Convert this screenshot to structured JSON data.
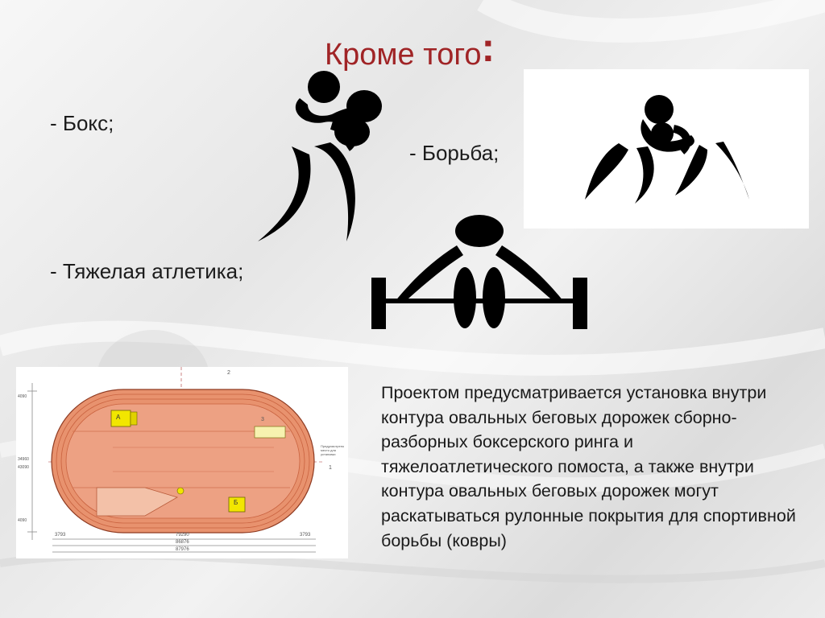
{
  "slide": {
    "title": "Кроме того",
    "title_colon": ":",
    "bullets": {
      "boxing": "- Бокс;",
      "wrestling": "- Борьба;",
      "weightlifting": "- Тяжелая атлетика;"
    },
    "paragraph": "Проектом предусматривается установка внутри контура овальных беговых дорожек сборно-разборных боксерского ринга и тяжелоатлетического помоста, а также внутри контура овальных беговых дорожек могут раскатываться рулонные покрытия для спортивной борьбы (ковры)",
    "colors": {
      "title": "#a02426",
      "text": "#1c1c1c",
      "track": "#e8926e",
      "platform": "#f2e600"
    },
    "icons": {
      "boxing": "boxing-pictogram-icon",
      "wrestling": "wrestling-pictogram-icon",
      "weightlifting": "weightlifting-pictogram-icon"
    },
    "plan": {
      "dims_bottom": [
        "3793",
        "79290",
        "3793",
        "86876",
        "87976"
      ],
      "dims_left": [
        "4090",
        "34960",
        "43090",
        "4090"
      ],
      "dim_top": "2",
      "marker": "3",
      "note": "Предусмотрено место для установки",
      "ring_label": "А",
      "platform_label": "Б",
      "right_marker": "1"
    }
  }
}
